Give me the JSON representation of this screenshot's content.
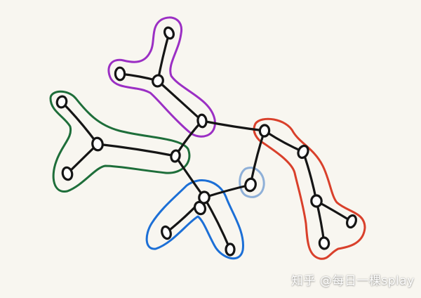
{
  "watermark": {
    "text": "知乎 @每日一棵splay"
  },
  "colors": {
    "background": "#f8f6f0",
    "ink": "#151515",
    "purple": "#9b2fc4",
    "green": "#1e6e3a",
    "blue": "#1c6fd6",
    "lightblue": "#8fb0d8",
    "red": "#d9402b"
  },
  "nodes": [
    {
      "id": "n1"
    },
    {
      "id": "n2"
    },
    {
      "id": "n3"
    },
    {
      "id": "n4"
    },
    {
      "id": "n5"
    },
    {
      "id": "n6"
    },
    {
      "id": "n7"
    },
    {
      "id": "n8"
    },
    {
      "id": "n9"
    },
    {
      "id": "n10"
    },
    {
      "id": "n11"
    },
    {
      "id": "n12"
    },
    {
      "id": "n13"
    },
    {
      "id": "n14"
    },
    {
      "id": "n15"
    },
    {
      "id": "n16"
    },
    {
      "id": "n17"
    },
    {
      "id": "n18"
    }
  ],
  "edges": [
    [
      "n1",
      "n3"
    ],
    [
      "n2",
      "n3"
    ],
    [
      "n3",
      "n4"
    ],
    [
      "n4",
      "n11"
    ],
    [
      "n4",
      "n7"
    ],
    [
      "n5",
      "n6"
    ],
    [
      "n6",
      "n8"
    ],
    [
      "n6",
      "n7"
    ],
    [
      "n7",
      "n9"
    ],
    [
      "n9",
      "n10"
    ],
    [
      "n9",
      "n12"
    ],
    [
      "n9",
      "n13"
    ],
    [
      "n11",
      "n14"
    ],
    [
      "n14",
      "n15"
    ],
    [
      "n15",
      "n16"
    ],
    [
      "n15",
      "n17"
    ],
    [
      "n11",
      "n18"
    ],
    [
      "n18",
      "n9"
    ]
  ],
  "groups": [
    {
      "id": "purple",
      "color_key": "purple",
      "members": [
        "n1",
        "n2",
        "n3",
        "n4"
      ]
    },
    {
      "id": "green",
      "color_key": "green",
      "members": [
        "n5",
        "n6",
        "n7",
        "n8"
      ]
    },
    {
      "id": "blue",
      "color_key": "blue",
      "members": [
        "n9",
        "n10",
        "n12",
        "n13"
      ]
    },
    {
      "id": "lightblue",
      "color_key": "lightblue",
      "members": [
        "n18"
      ]
    },
    {
      "id": "red",
      "color_key": "red",
      "members": [
        "n11",
        "n14",
        "n15",
        "n16",
        "n17"
      ]
    }
  ]
}
